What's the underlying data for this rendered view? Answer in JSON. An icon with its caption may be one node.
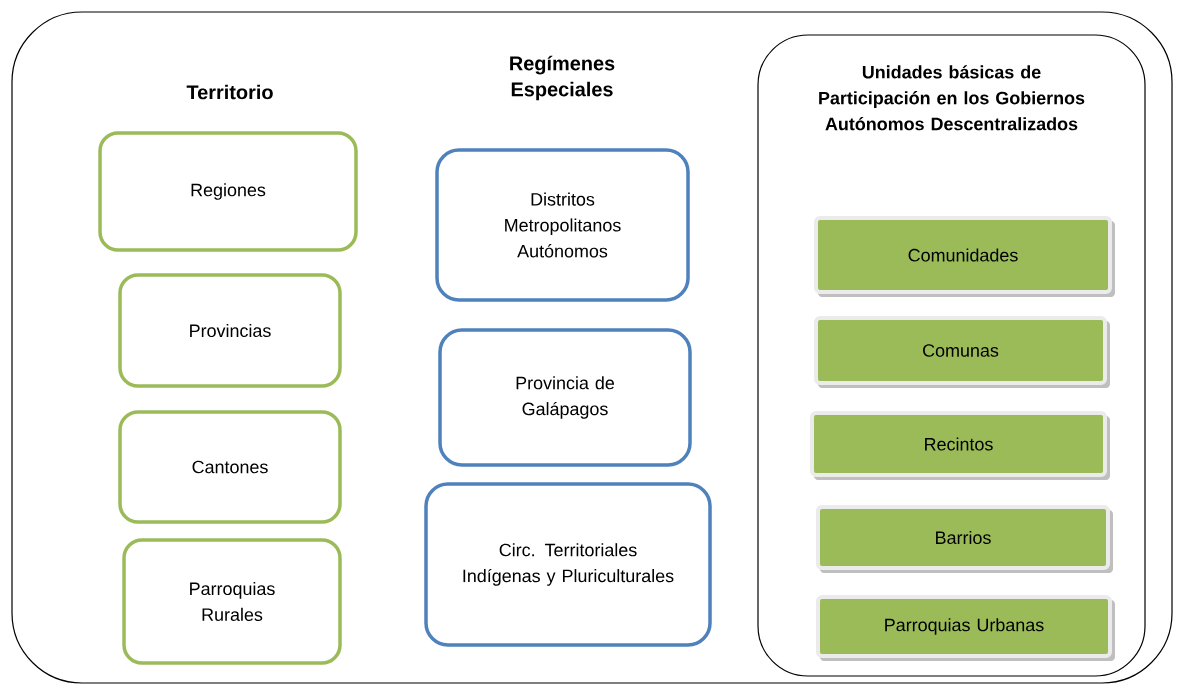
{
  "diagram": {
    "nodes": [
      {
        "text": [],
        "shape": "box"
      },
      {
        "text": [
          "Unidades básicas de Participación en los Gobiernos Autónomos Descentralizados"
        ],
        "in": 0
      },
      {
        "text": [
          "Regiones"
        ],
        "in": 0
      },
      {
        "text": [
          "Provincias"
        ],
        "in": 0
      },
      {
        "text": [
          "Cantones"
        ],
        "in": 0
      },
      {
        "text": [
          "Parroquias Rurales"
        ],
        "in": 0
      },
      {
        "text": [
          "Distritos Metropolitanos Autónomos"
        ],
        "in": 0
      },
      {
        "text": [
          "Provincia de Galápagos"
        ],
        "in": 0
      },
      {
        "text": [
          "Circ. Territoriales Indígenas y Pluriculturales"
        ],
        "in": 0
      },
      {
        "text": [
          "Comunidades"
        ],
        "in": 1
      },
      {
        "text": [
          "Comunas"
        ],
        "in": 1
      },
      {
        "text": [
          "Recintos"
        ],
        "in": 1
      },
      {
        "text": [
          "Barrios"
        ],
        "in": 1
      },
      {
        "text": [
          "Parroquias Urbanas"
        ],
        "in": 1
      }
    ],
    "labels": [
      "Territorio",
      "Regímenes Especiales"
    ]
  }
}
